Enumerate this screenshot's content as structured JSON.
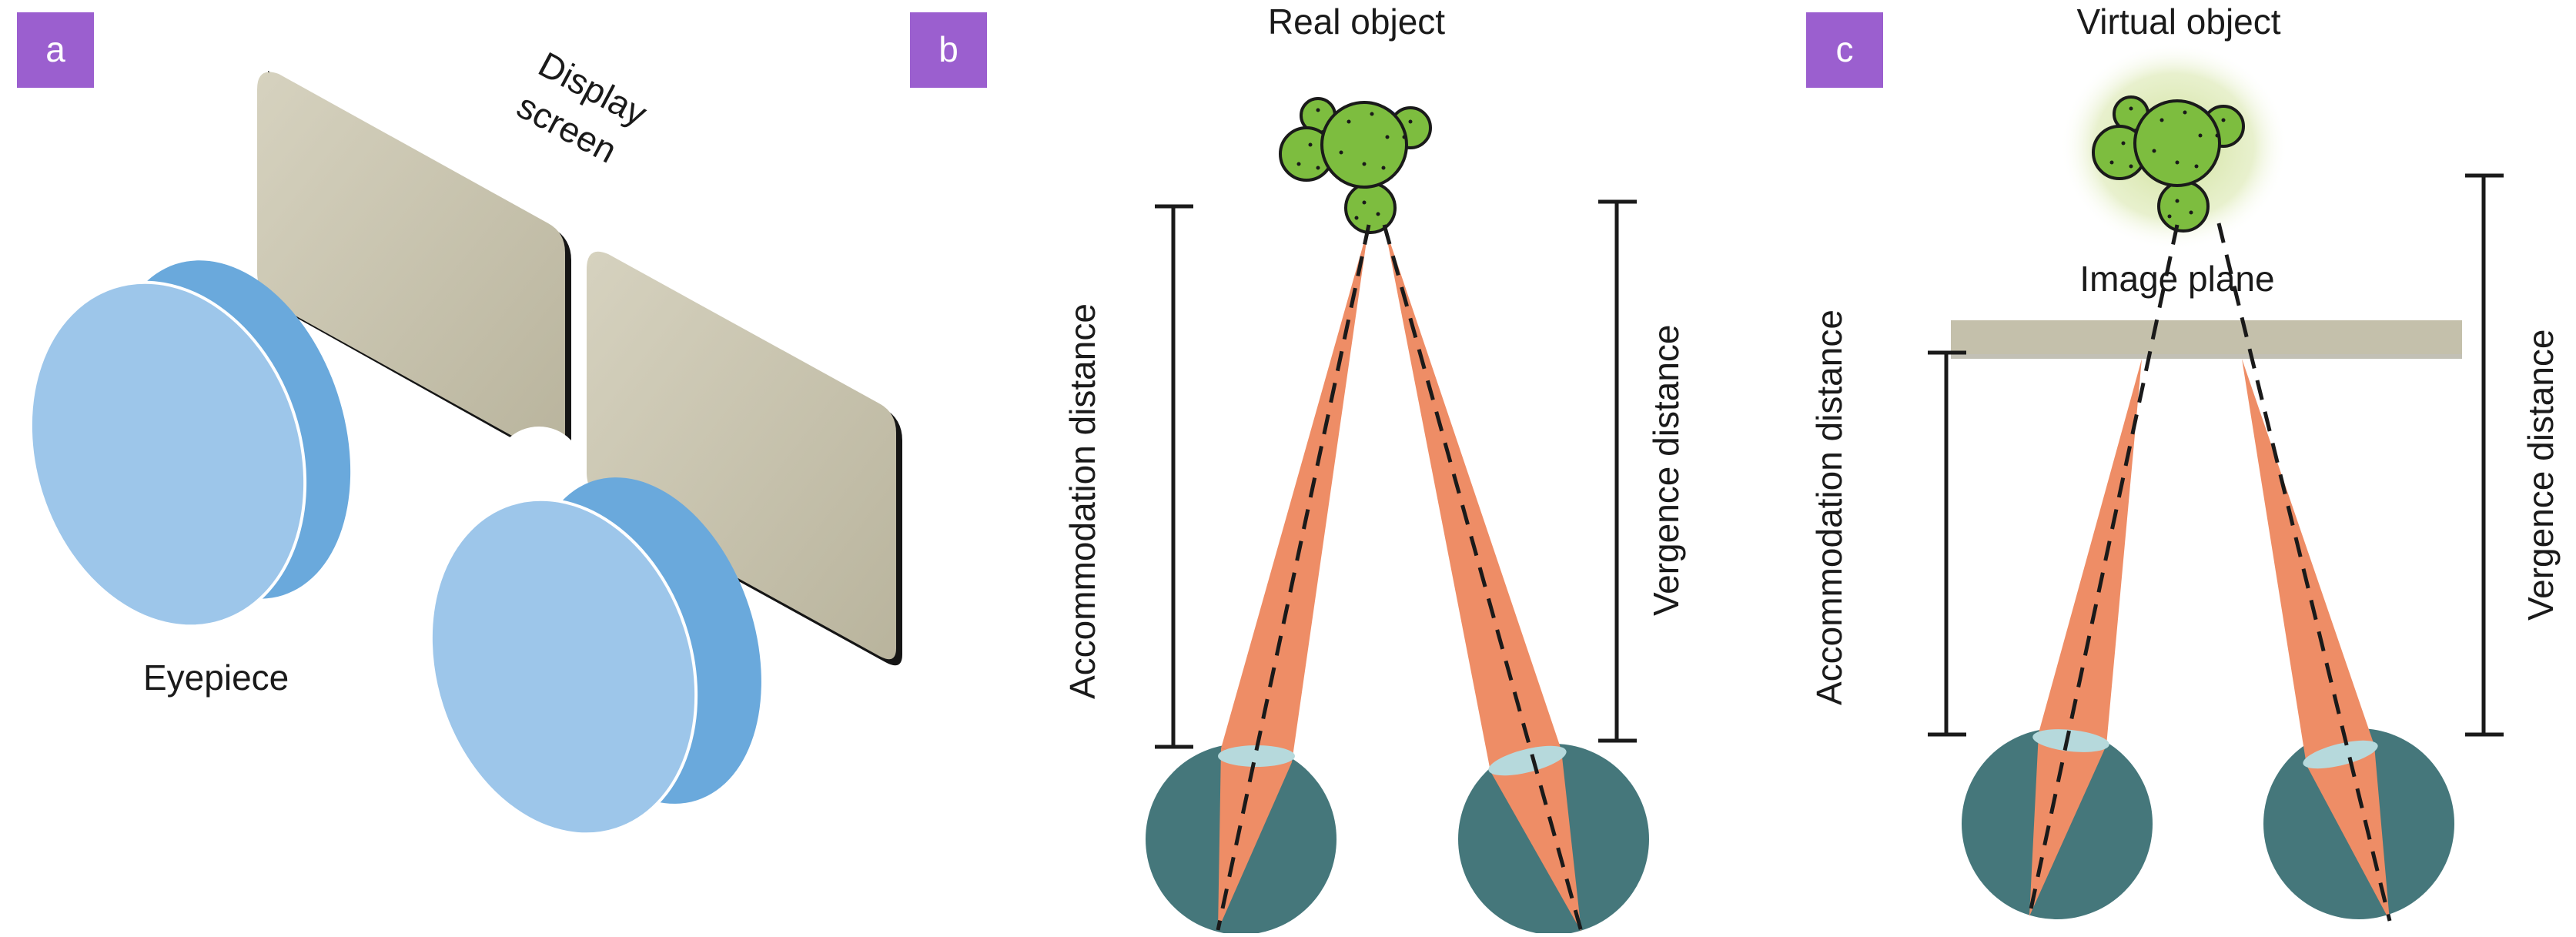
{
  "panels": {
    "a": {
      "letter": "a",
      "display_label_line1": "Display",
      "display_label_line2": "screen",
      "eyepiece_label": "Eyepiece"
    },
    "b": {
      "letter": "b",
      "object_label": "Real object",
      "accommodation_label": "Accommodation distance",
      "vergence_label": "Vergence distance"
    },
    "c": {
      "letter": "c",
      "object_label": "Virtual object",
      "image_plane_label": "Image plane",
      "accommodation_label": "Accommodation distance",
      "vergence_label": "Vergence distance"
    }
  },
  "colors": {
    "badge": "#9b5fcf",
    "lens_light": "#9dc6ea",
    "lens_dark": "#6aa9dc",
    "screen": "#c4c0ab",
    "eye": "#45777b",
    "light_cone": "#ee8d66",
    "eye_lens": "#b6d9dc",
    "cactus": "#7dbd3f"
  }
}
